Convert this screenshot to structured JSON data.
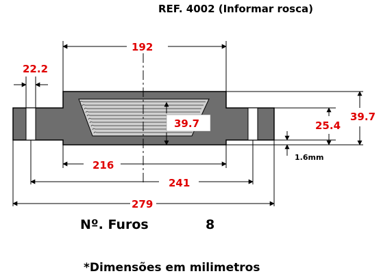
{
  "title": "REF. 4002 (Informar rosca)",
  "dimensions": {
    "d192": "192",
    "d22_2": "22.2",
    "d39_7_inner": "39.7",
    "d25_4": "25.4",
    "d39_7_outer": "39.7",
    "d1_6mm": "1.6mm",
    "d216": "216",
    "d241": "241",
    "d279": "279"
  },
  "holes": {
    "label": "Nº. Furos",
    "value": "8"
  },
  "footnote": "*Dimensões em milimetros",
  "colors": {
    "dimension_text": "#e00000",
    "body_fill": "#6e6e6e",
    "thread_fill": "#d0d0d0"
  }
}
